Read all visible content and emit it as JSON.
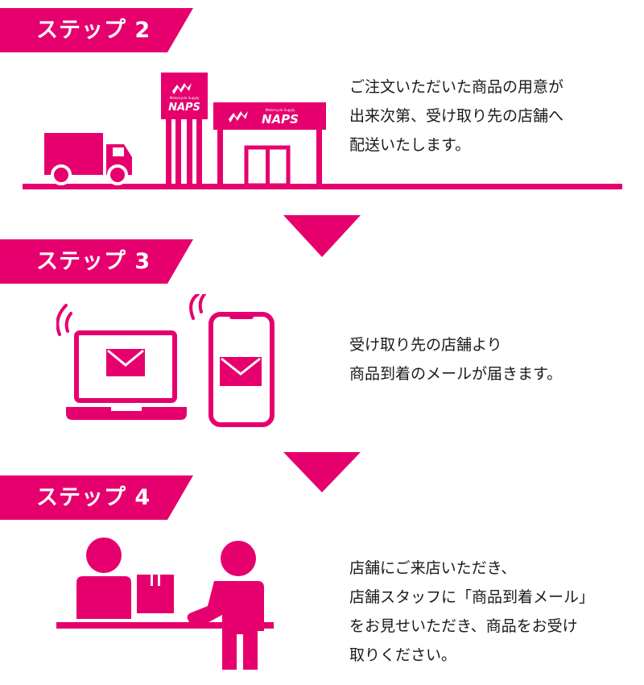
{
  "colors": {
    "accent": "#e6006e",
    "text": "#1a1a1a",
    "background": "#ffffff"
  },
  "steps": [
    {
      "label": "ステップ 2",
      "lines": [
        "ご注文いただいた商品の用意が",
        "出来次第、受け取り先の店舗へ",
        "配送いたします。"
      ],
      "icons": [
        "delivery-truck-icon",
        "store-building-icon"
      ]
    },
    {
      "label": "ステップ 3",
      "lines": [
        "受け取り先の店舗より",
        "商品到着のメールが届きます。"
      ],
      "icons": [
        "laptop-mail-icon",
        "smartphone-mail-icon"
      ]
    },
    {
      "label": "ステップ 4",
      "lines": [
        "店舗にご来店いただき、",
        "店舗スタッフに「商品到着メール」",
        "をお見せいただき、商品をお受け",
        "取りください。"
      ],
      "icons": [
        "staff-person-icon",
        "package-box-icon",
        "customer-person-icon"
      ]
    }
  ],
  "store_sign": {
    "brand": "NAPS",
    "tagline": "Motorcycle Supply"
  }
}
